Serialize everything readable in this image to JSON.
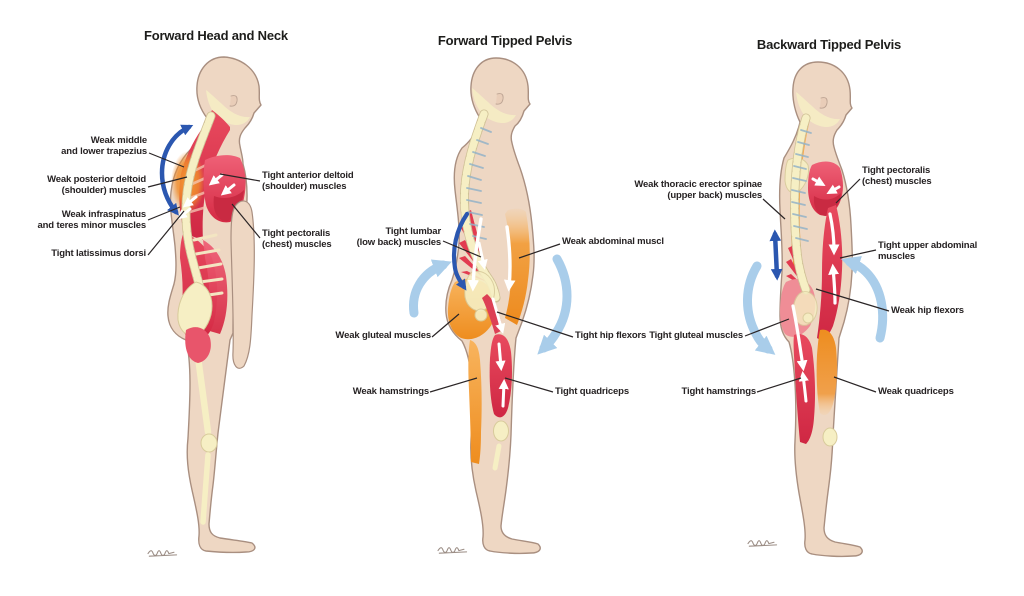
{
  "poster": {
    "type": "anatomy-posture-diagram",
    "figure_count": 3
  },
  "figures": [
    {
      "title": "Forward Head and Neck",
      "labels": [
        {
          "text": "Weak middle\nand lower trapezius",
          "side": "left"
        },
        {
          "text": "Weak posterior deltoid\n(shoulder) muscles",
          "side": "left"
        },
        {
          "text": "Weak infraspinatus\nand teres minor muscles",
          "side": "left"
        },
        {
          "text": "Tight latissimus dorsi",
          "side": "left"
        },
        {
          "text": "Tight anterior deltoid\n(shoulder) muscles",
          "side": "right"
        },
        {
          "text": "Tight pectoralis\n(chest) muscles",
          "side": "right"
        }
      ]
    },
    {
      "title": "Forward Tipped Pelvis",
      "labels": [
        {
          "text": "Tight lumbar\n(low back) muscles",
          "side": "left"
        },
        {
          "text": "Weak abdominal muscl",
          "side": "right"
        },
        {
          "text": "Weak gluteal muscles",
          "side": "left"
        },
        {
          "text": "Tight hip flexors",
          "side": "right"
        },
        {
          "text": "Weak hamstrings",
          "side": "left"
        },
        {
          "text": "Tight quadriceps",
          "side": "right"
        }
      ]
    },
    {
      "title": "Backward Tipped Pelvis",
      "labels": [
        {
          "text": "Weak thoracic erector spinae\n(upper back) muscles",
          "side": "left"
        },
        {
          "text": "Tight pectoralis\n(chest) muscles",
          "side": "right"
        },
        {
          "text": "Tight upper abdominal\nmuscles",
          "side": "right"
        },
        {
          "text": "Weak hip flexors",
          "side": "right"
        },
        {
          "text": "Tight gluteal muscles",
          "side": "left"
        },
        {
          "text": "Tight hamstrings",
          "side": "left"
        },
        {
          "text": "Weak quadriceps",
          "side": "right"
        }
      ]
    }
  ],
  "icons": {
    "spine_curve_arrow": "dark-blue curved double arrow along spine",
    "pelvis_rotation_arrow": "light-blue thick curved rotation arrow",
    "muscle_pull_arrow": "white arrow inside muscle",
    "artist_signature": "cursive-squiggle"
  },
  "colors": {
    "background": "#ffffff",
    "skin": "#eed7c3",
    "skin_outline": "#a98f80",
    "bone": "#f6efc4",
    "bone_outline": "#d8cb9b",
    "tight_muscle_red": "#e23b50",
    "tight_muscle_dark": "#c5233e",
    "weak_muscle_orange": "#ee8d1f",
    "weak_muscle_light": "#f8b45e",
    "glute_pink": "#ef8d96",
    "spine_arrow_blue": "#2b57b0",
    "rotation_arrow_blue": "#a9cdea",
    "muscle_arrow_white": "#ffffff",
    "rib_blue": "#93b3c8",
    "label_text": "#262223",
    "leader_line": "#2a2526"
  }
}
